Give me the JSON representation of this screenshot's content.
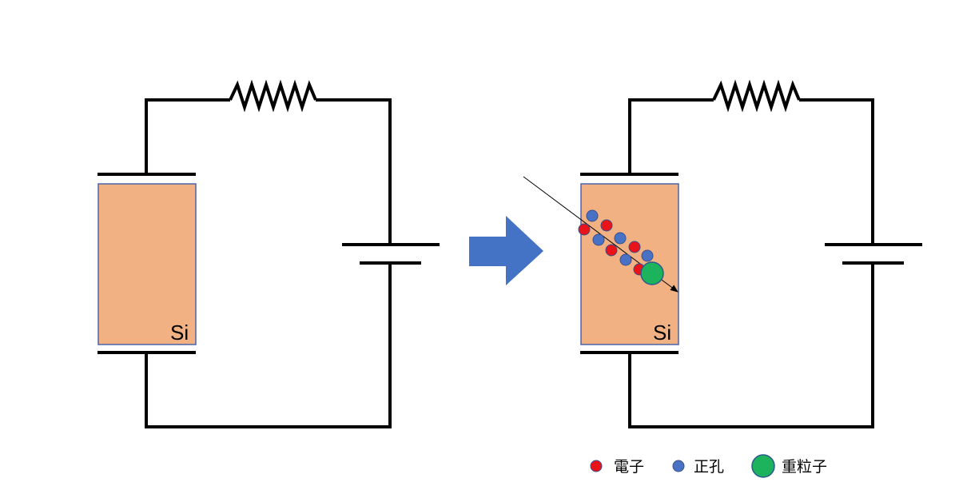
{
  "colors": {
    "silicon_fill": "#f2b183",
    "silicon_stroke": "#4a64a8",
    "arrow_fill": "#4472c4",
    "electron": "#e8141a",
    "hole": "#4a72c4",
    "heavy_particle": "#1db35c",
    "wire": "#000000"
  },
  "left_circuit": {
    "material_label": "Si"
  },
  "right_circuit": {
    "material_label": "Si"
  },
  "legend": {
    "electron_label": "電子",
    "hole_label": "正孔",
    "heavy_particle_label": "重粒子"
  }
}
